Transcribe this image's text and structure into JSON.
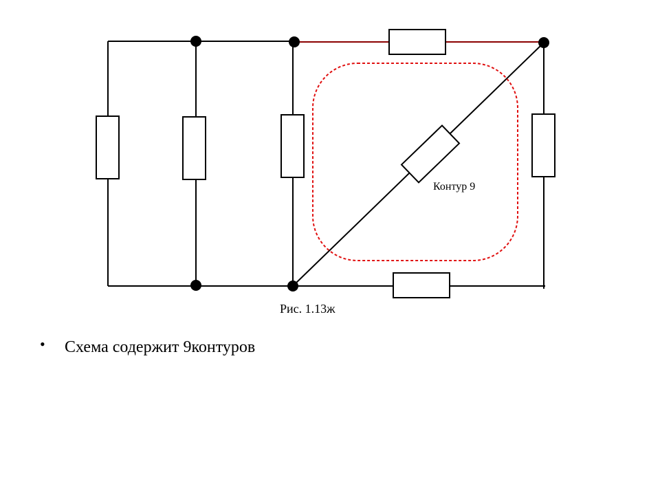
{
  "figure": {
    "contour_label": "Контур 9",
    "caption": "Рис. 1.13ж"
  },
  "bullets": [
    {
      "marker": "•",
      "text": "Схема содержит 9контуров"
    }
  ],
  "colors": {
    "wire": "#000000",
    "highlighted_wire": "#8b0000",
    "contour_outline": "#e01010"
  }
}
